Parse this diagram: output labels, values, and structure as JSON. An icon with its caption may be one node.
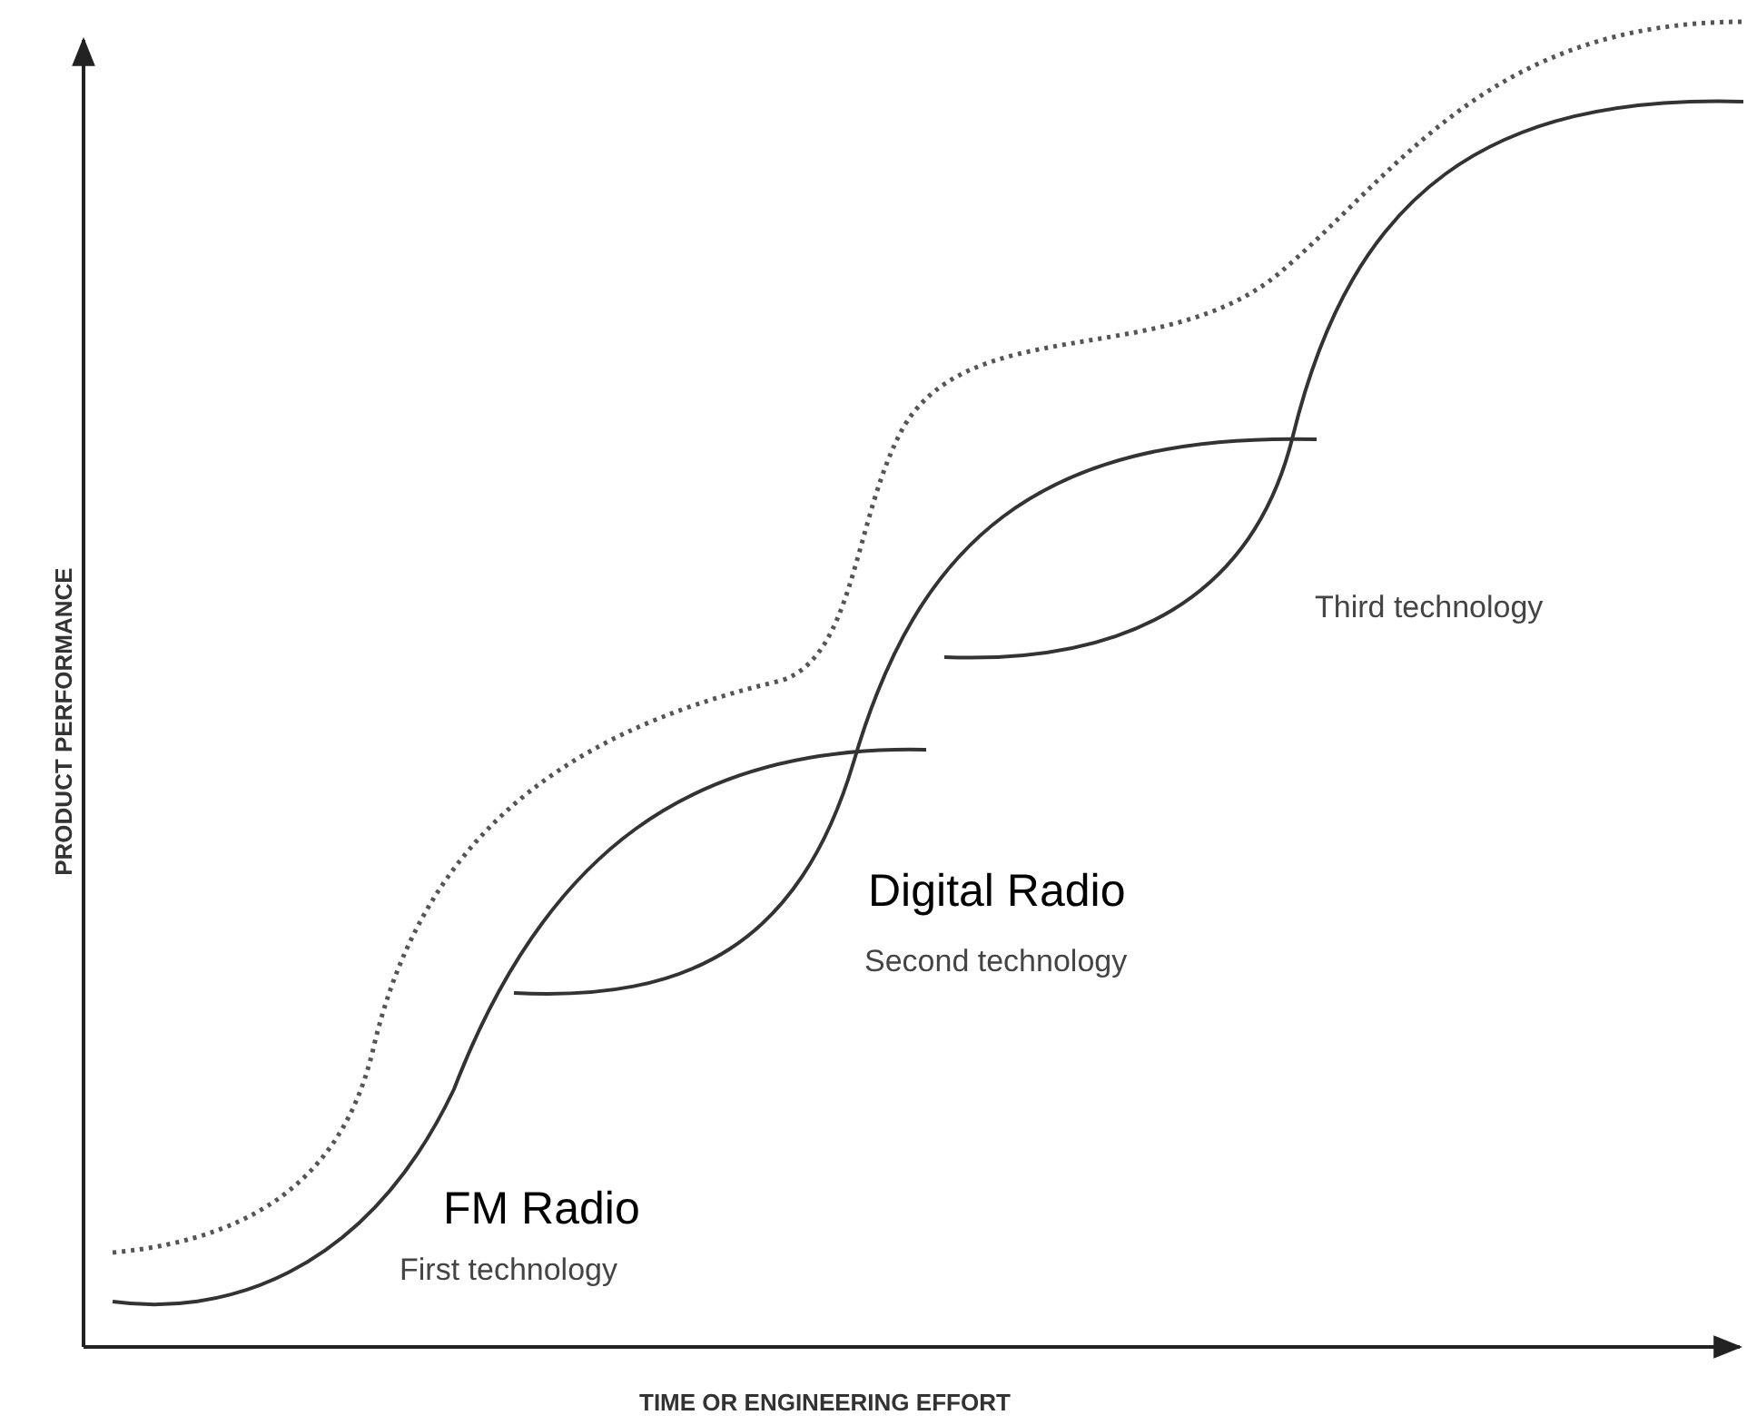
{
  "diagram": {
    "labels": [
      "PRODUCT PERFORMANCE",
      "Third technology",
      "Digital Radio",
      "Second technology",
      "FM Radio",
      "First technology",
      "TIME OR ENGINEERING EFFORT"
    ]
  }
}
